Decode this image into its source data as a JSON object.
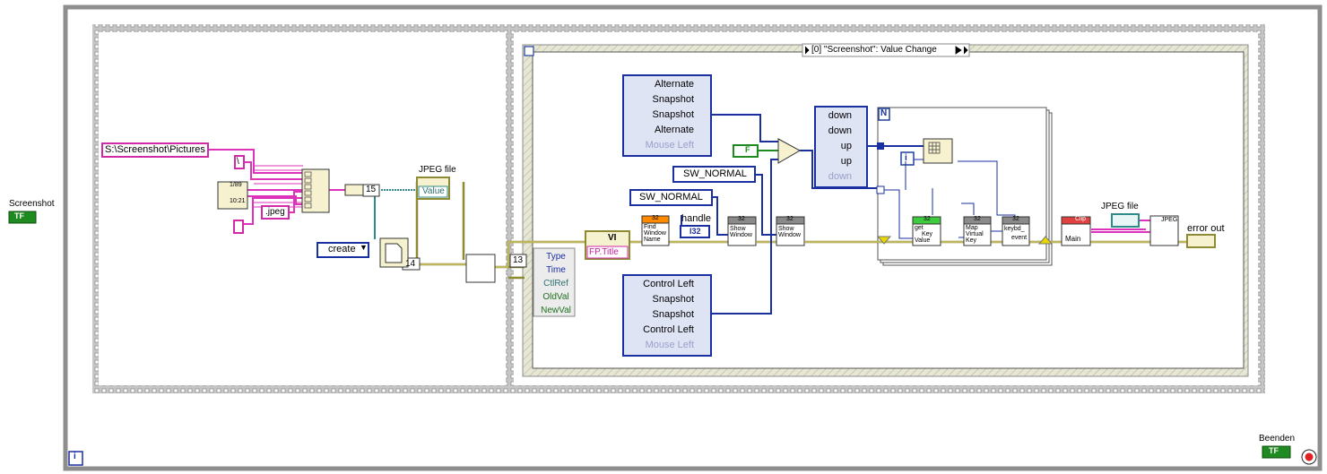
{
  "front_labels": {
    "screenshot": "Screenshot",
    "beenden": "Beenden",
    "jpeg_file_left": "JPEG file",
    "jpeg_file_right": "JPEG file",
    "error_out": "error out",
    "handle": "handle"
  },
  "bool_tf": "TF",
  "bool_f": "F",
  "event_case": "[0] \"Screenshot\": Value Change",
  "path_const": "S:\\Screenshot\\Pictures",
  "backslash_const": "\\",
  "jpeg_ext_const": ".jpeg",
  "create_enum": "create",
  "value_node": "Value",
  "nums": {
    "n15": "15",
    "n14": "14",
    "n13": "13"
  },
  "i32_label": "I32",
  "n_label": "N",
  "i_label": "i",
  "vi_ref": "VI",
  "fp_title": "FP.Title",
  "event_fields": [
    "Type",
    "Time",
    "CtlRef",
    "OldVal",
    "NewVal"
  ],
  "keys_top": [
    "Alternate",
    "Snapshot",
    "Snapshot",
    "Alternate",
    "Mouse Left"
  ],
  "keys_bottom": [
    "Control Left",
    "Snapshot",
    "Snapshot",
    "Control Left",
    "Mouse Left"
  ],
  "updown": [
    "down",
    "down",
    "up",
    "up",
    "down"
  ],
  "sw_normal_1": "SW_NORMAL",
  "sw_normal_2": "SW_NORMAL",
  "nodes": {
    "find_window_1": "Find",
    "find_window_2": "Window",
    "find_window_3": "Name",
    "show_window_1": "Show",
    "show_window_2": "Window",
    "get_key_1": "get",
    "get_key_2": "Key",
    "get_key_3": "Value",
    "map_key_1": "Map",
    "map_key_2": "Virtual",
    "map_key_3": "Key",
    "keybd_1": "keybd_",
    "keybd_2": "event",
    "clip_1": "Clip",
    "clip_2": "Main",
    "n32": "32"
  },
  "date_icon": {
    "a": "1/89",
    "b": "10:21"
  }
}
